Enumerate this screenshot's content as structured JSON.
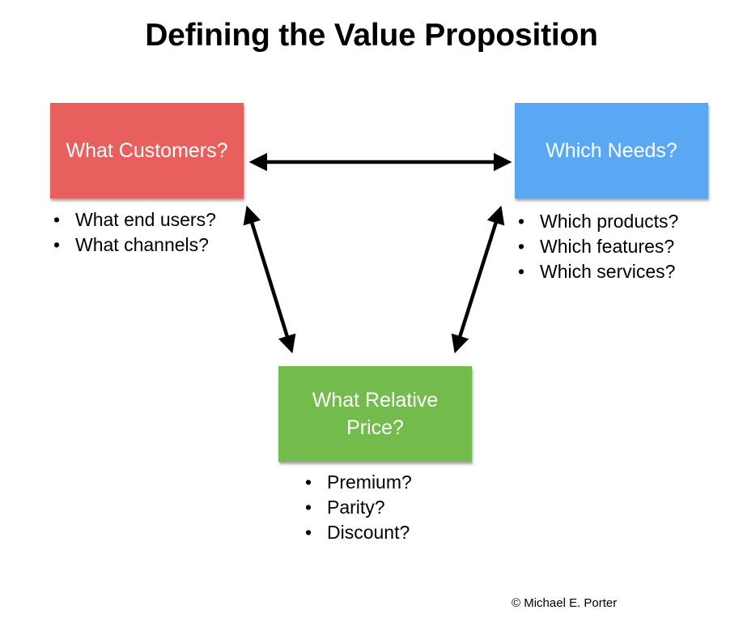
{
  "title": "Defining the Value Proposition",
  "boxes": {
    "customers": {
      "label": "What Customers?",
      "color": "#e8605d"
    },
    "needs": {
      "label": "Which Needs?",
      "color": "#5aa8f3"
    },
    "price": {
      "label": "What Relative Price?",
      "color": "#72bb4c"
    }
  },
  "customers_bullets": [
    "What end users?",
    "What channels?"
  ],
  "needs_bullets": [
    "Which products?",
    "Which features?",
    "Which services?"
  ],
  "price_bullets": [
    "Premium?",
    "Parity?",
    "Discount?"
  ],
  "copyright": "© Michael E. Porter",
  "arrows": [
    {
      "from": "customers",
      "to": "needs",
      "direction": "bidirectional"
    },
    {
      "from": "customers",
      "to": "price",
      "direction": "bidirectional"
    },
    {
      "from": "needs",
      "to": "price",
      "direction": "bidirectional"
    }
  ]
}
